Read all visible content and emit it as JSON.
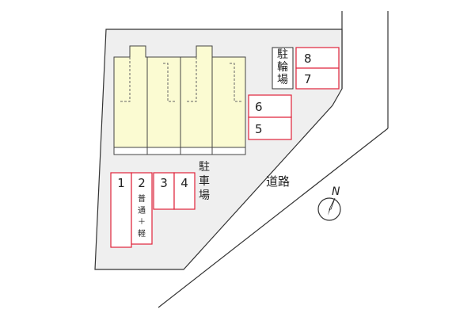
{
  "colors": {
    "lot": "#efefef",
    "building": "#fbfbd2",
    "space_border": "#e0223a",
    "space_fill": "#fde8ee",
    "line": "#333333"
  },
  "parking_label": "駐車場",
  "bicycle_parking_label": "駐輪場",
  "road_label": "道路",
  "north_label": "N",
  "spaces": [
    "1",
    "2",
    "3",
    "4",
    "5",
    "6",
    "7",
    "8"
  ],
  "space_2_note": "普通＋軽"
}
